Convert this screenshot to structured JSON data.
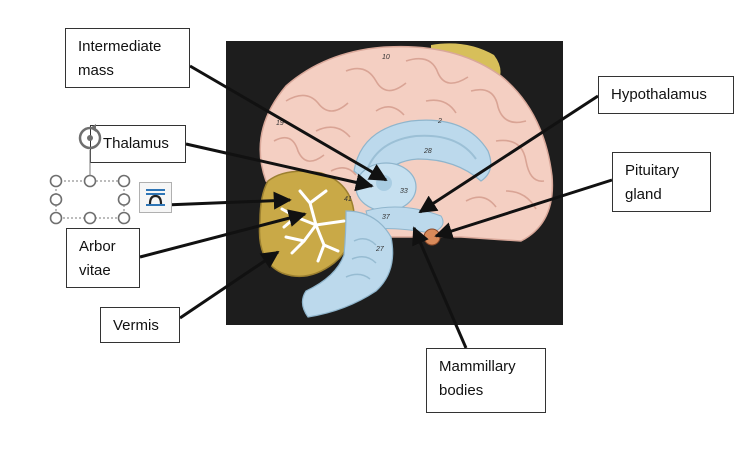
{
  "labels": {
    "intermediate_mass": [
      "Intermediate",
      "mass"
    ],
    "thalamus": "Thalamus",
    "hypothalamus": "Hypothalamus",
    "pituitary_gland": [
      "Pituitary",
      "gland"
    ],
    "arbor_vitae": [
      "Arbor",
      "vitae"
    ],
    "vermis": "Vermis",
    "mammillary_bodies": [
      "Mammillary",
      "bodies"
    ]
  },
  "model_numbers": [
    "10",
    "19",
    "2",
    "28",
    "33",
    "37",
    "41",
    "27"
  ],
  "icons": {
    "rotate": "rotate-handle-icon",
    "layout": "layout-options-icon"
  },
  "colors": {
    "background": "#1d1d1d",
    "cerebrum": "#f4cfc2",
    "ventricle": "#bcd9ec",
    "cerebellum": "#c9a947",
    "arbor": "#ffffff",
    "pituitary": "#d98a5a",
    "arrow": "#111111",
    "handle": "#7a7a7a"
  }
}
